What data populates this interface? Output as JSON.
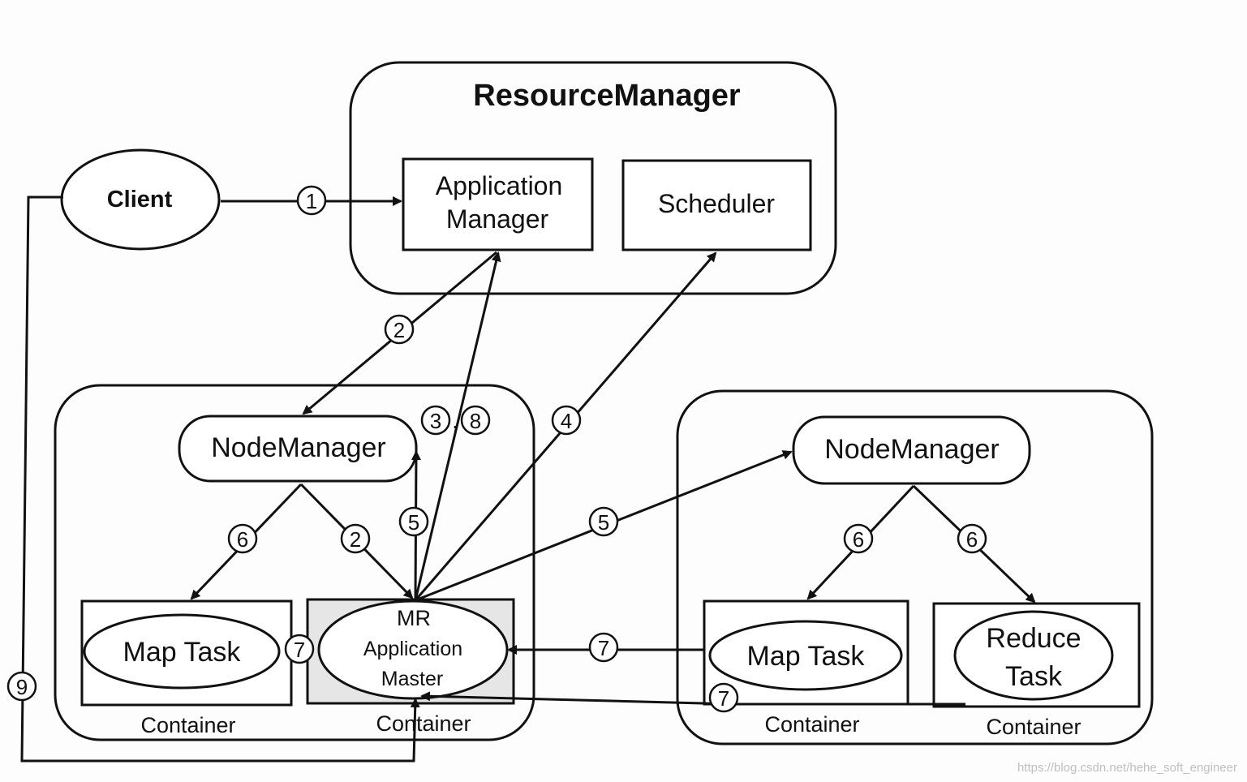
{
  "resource_manager": {
    "title": "ResourceManager",
    "app_manager_line1": "Application",
    "app_manager_line2": "Manager",
    "scheduler": "Scheduler"
  },
  "client": "Client",
  "node1": {
    "node_manager": "NodeManager",
    "map_task": "Map Task",
    "container_left": "Container",
    "mr_line1": "MR",
    "mr_line2": "Application",
    "mr_line3": "Master",
    "container_right": "Container"
  },
  "node2": {
    "node_manager": "NodeManager",
    "map_task": "Map Task",
    "reduce_line1": "Reduce",
    "reduce_line2": "Task",
    "container_left": "Container",
    "container_right": "Container"
  },
  "steps": {
    "s1": "1",
    "s2": "2",
    "s3": "3",
    "s4": "4",
    "s5": "5",
    "s6": "6",
    "s7": "7",
    "s8": "8",
    "s9": "9",
    "comma": ","
  },
  "watermark": "https://blog.csdn.net/hehe_soft_engineer"
}
